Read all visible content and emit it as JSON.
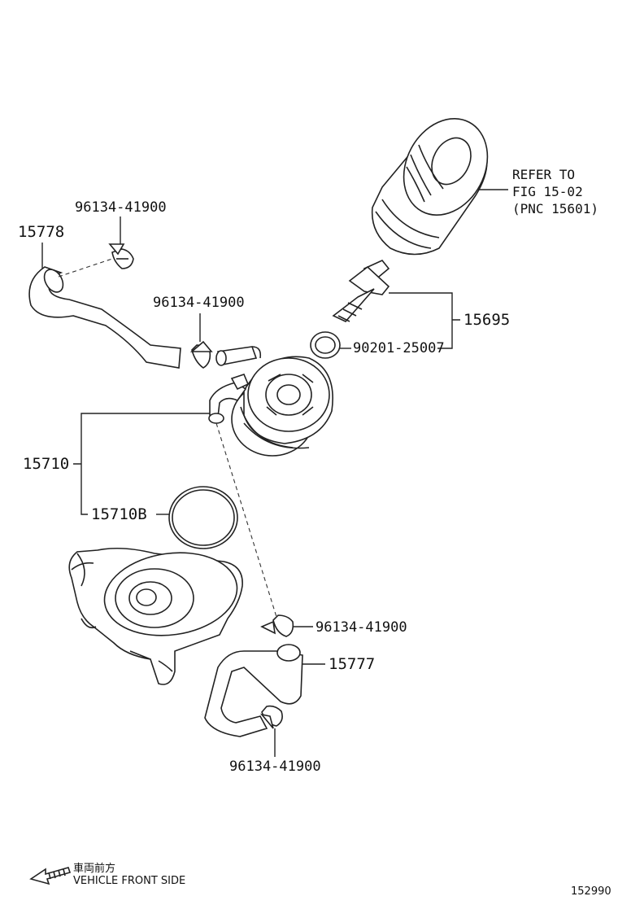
{
  "part_labels": {
    "clamp_upper_left": "96134-41900",
    "hose_upper": "15778",
    "clamp_mid": "96134-41900",
    "refer_line1": "REFER TO",
    "refer_line2": "FIG 15-02",
    "refer_line3": "(PNC 15601)",
    "union_bolt": "15695",
    "gasket": "90201-25007",
    "oil_cooler": "15710",
    "oring": "15710B",
    "clamp_lower_right": "96134-41900",
    "hose_lower": "15777",
    "clamp_bottom": "96134-41900"
  },
  "direction": {
    "jp": "車両前方",
    "en": "VEHICLE FRONT SIDE"
  },
  "illustration_number": "152990"
}
